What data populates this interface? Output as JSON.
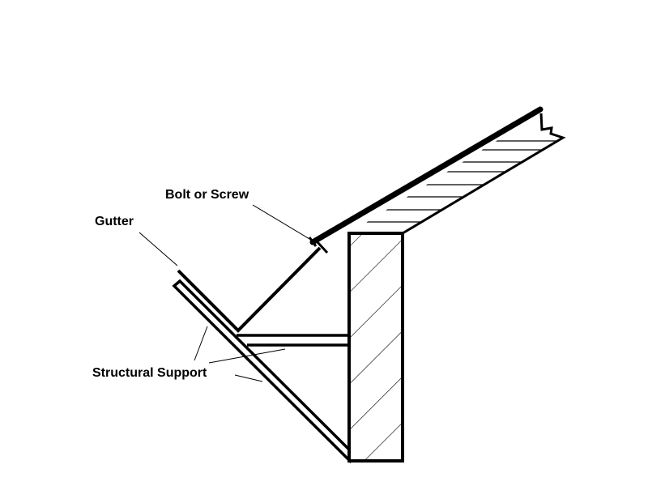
{
  "labels": {
    "bolt": "Bolt or Screw",
    "gutter": "Gutter",
    "support": "Structural Support"
  },
  "colors": {
    "line": "#000000",
    "background": "#ffffff"
  }
}
